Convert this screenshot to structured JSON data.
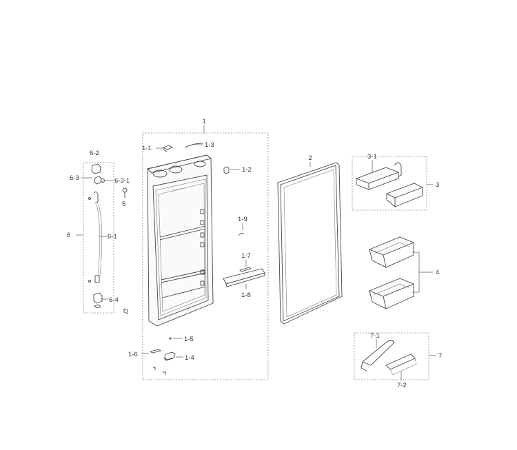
{
  "labels": {
    "p1": "1",
    "p1_1": "1-1",
    "p1_2": "1-2",
    "p1_3": "1-3",
    "p1_4": "1-4",
    "p1_5": "1-5",
    "p1_6": "1-6",
    "p1_7": "1-7",
    "p1_8": "1-8",
    "p1_9": "1-9",
    "p2": "2",
    "p3": "3",
    "p3_1": "3-1",
    "p4": "4",
    "p5": "5",
    "p6": "6",
    "p6_1": "6-1",
    "p6_2": "6-2",
    "p6_3": "6-3",
    "p6_3_1": "6-3-1",
    "p6_4": "6-4",
    "p7": "7",
    "p7_1": "7-1",
    "p7_2": "7-2"
  }
}
